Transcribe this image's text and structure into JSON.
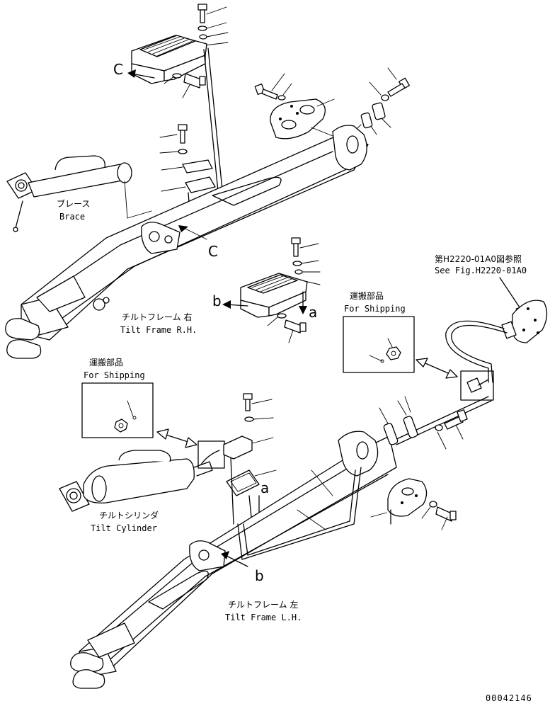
{
  "labels": {
    "brace_jp": "ブレース",
    "brace_en": "Brace",
    "tilt_frame_rh_jp": "チルトフレーム 右",
    "tilt_frame_rh_en": "Tilt Frame R.H.",
    "tilt_cylinder_jp": "チルトシリンダ",
    "tilt_cylinder_en": "Tilt Cylinder",
    "tilt_frame_lh_jp": "チルトフレーム 左",
    "tilt_frame_lh_en": "Tilt Frame L.H.",
    "shipping_jp": "運搬部品",
    "shipping_en": "For Shipping",
    "see_fig_jp": "第H2220-01A0図参照",
    "see_fig_en": "See Fig.H2220-01A0",
    "drawing_number": "00042146"
  },
  "callouts": {
    "c": "C",
    "b": "b",
    "a": "a"
  }
}
